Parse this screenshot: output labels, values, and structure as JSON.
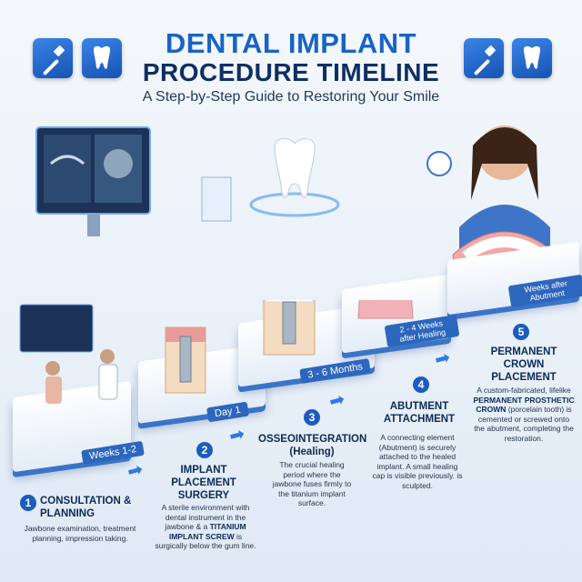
{
  "header": {
    "title_line1": "DENTAL IMPLANT",
    "title_line2": "PROCEDURE TIMELINE",
    "subtitle": "A Step-by-Step Guide to Restoring Your Smile",
    "icons": [
      "toothbrush-icon",
      "tooth-icon"
    ]
  },
  "colors": {
    "title_blue": "#1a63c4",
    "title_navy": "#0f2f63",
    "platform_edge": "#3b74c6",
    "badge_blue": "#1b5cc0"
  },
  "timeline": [
    {
      "number": "1",
      "duration": "Weeks 1-2",
      "title": "CONSULTATION & PLANNING",
      "description": "Jawbone examination, treatment planning, impression taking."
    },
    {
      "number": "2",
      "duration": "Day 1",
      "title": "IMPLANT PLACEMENT SURGERY",
      "desc_a": "A sterile environment with dental instrument in the jawbone & a ",
      "desc_b": "TITANIUM IMPLANT SCREW",
      "desc_c": " is surgically below the gum line."
    },
    {
      "number": "3",
      "duration": "3 - 6 Months",
      "title": "OSSEOINTEGRATION (Healing)",
      "description": "The crucial healing period where the jawbone fuses firmly to the titanium implant surface."
    },
    {
      "number": "4",
      "duration": "2 - 4 Weeks after Healing",
      "title": "ABUTMENT ATTACHMENT",
      "description": "A connecting element (Abutment) is securely attached to the healed implant. A small healing cap is visible previously. is sculpted."
    },
    {
      "number": "5",
      "duration": "Weeks after Abutment",
      "title": "PERMANENT CROWN PLACEMENT",
      "desc_a": "A custom-fabricated, lifelike ",
      "desc_b": "PERMANENT PROSTHETIC CROWN",
      "desc_c": " (porcelain tooth) is cemented or screwed onto the abutment, completing the restoration."
    }
  ]
}
